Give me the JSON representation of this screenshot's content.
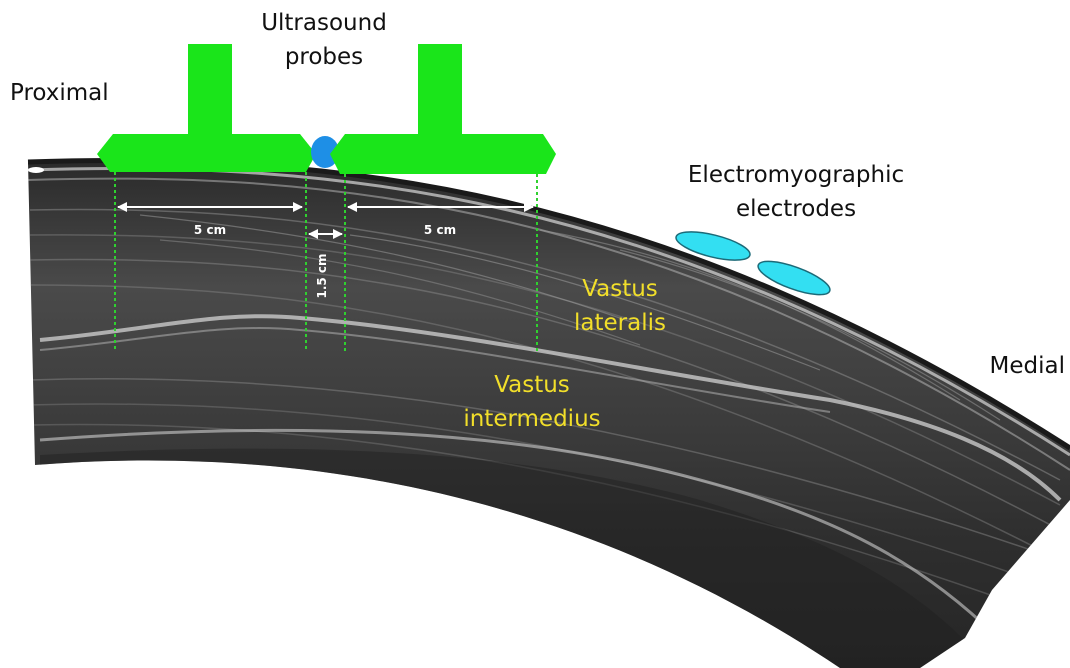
{
  "labels": {
    "proximal": "Proximal",
    "medial": "Medial",
    "probes_line1": "Ultrasound",
    "probes_line2": "probes",
    "emg_line1": "Electromyographic",
    "emg_line2": "electrodes",
    "vl_line1": "Vastus",
    "vl_line2": "lateralis",
    "vi_line1": "Vastus",
    "vi_line2": "intermedius"
  },
  "measurements": {
    "probe1_width": "5 cm",
    "probe_gap": "1.5 cm",
    "probe2_width": "5 cm"
  },
  "colors": {
    "probe": "#1ae51a",
    "gel": "#1e8fe6",
    "electrode": "#33dff2",
    "muscle_label": "#f2df2a",
    "guide_line": "#2fd12f",
    "measure_arrow": "#ffffff"
  }
}
